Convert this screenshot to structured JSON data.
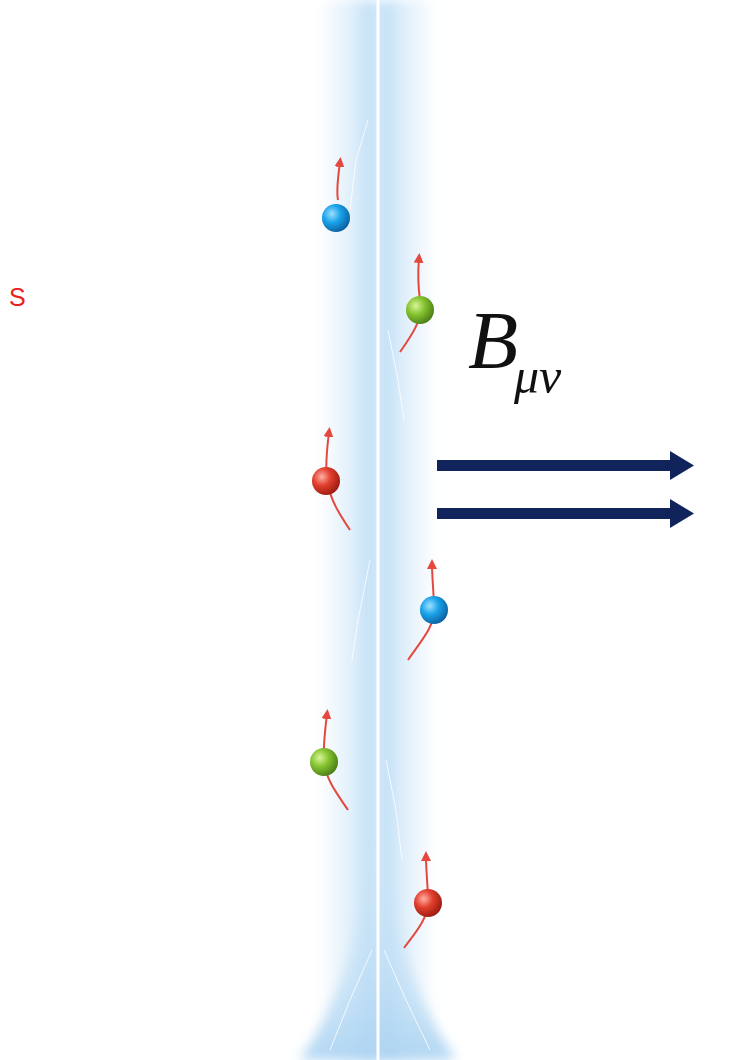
{
  "diagram": {
    "labels": [
      "S",
      "B",
      "μν"
    ]
  }
}
